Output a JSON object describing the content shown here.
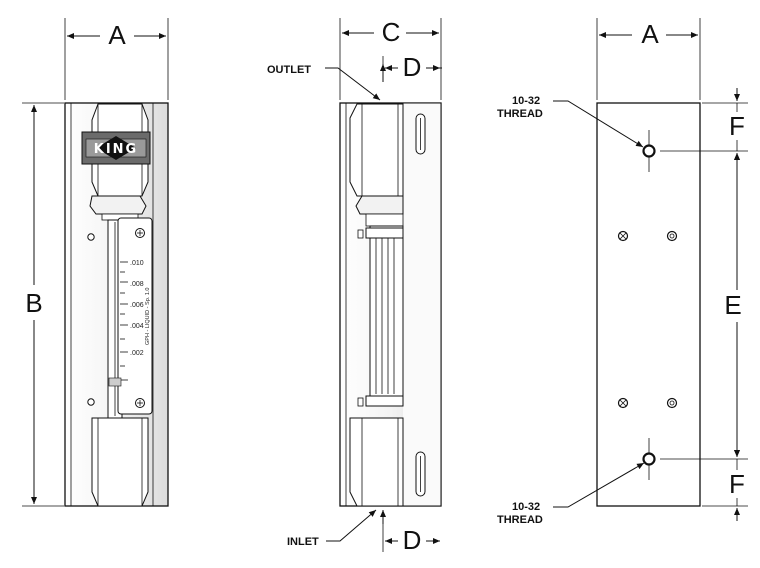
{
  "front_view": {
    "dim_width": "A",
    "dim_height": "B",
    "logo_text": "KING",
    "scale_labels": [
      ".010",
      ".008",
      ".006",
      ".004",
      ".002"
    ],
    "scale_side_text": "GPH - LIQUID - Sp. 1.0"
  },
  "side_view": {
    "dim_depth": "C",
    "dim_offset_top": "D",
    "dim_offset_bottom": "D",
    "outlet_label": "OUTLET",
    "inlet_label": "INLET"
  },
  "back_view": {
    "dim_width": "A",
    "dim_hole_spacing": "E",
    "dim_top_offset": "F",
    "dim_bottom_offset": "F",
    "thread_label_top": [
      "10-32",
      "THREAD"
    ],
    "thread_label_bottom": [
      "10-32",
      "THREAD"
    ]
  }
}
